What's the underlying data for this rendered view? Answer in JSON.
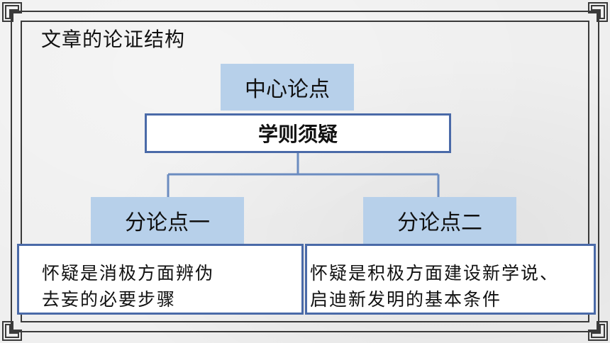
{
  "title": "文章的论证结构",
  "diagram": {
    "central": {
      "label": "中心论点",
      "claim": "学则须疑"
    },
    "sub_points": [
      {
        "label": "分论点一",
        "lines": [
          "怀疑是消极方面辨伪",
          "去妄的必要步骤"
        ]
      },
      {
        "label": "分论点二",
        "lines": [
          "怀疑是积极方面建设新学说、",
          "启迪新发明的基本条件"
        ]
      }
    ]
  },
  "colors": {
    "label_fill": "#b7d0ea",
    "box_border": "#4a6aa8",
    "connector": "#6b8cc0",
    "frame_border": "#3a3a3a"
  }
}
